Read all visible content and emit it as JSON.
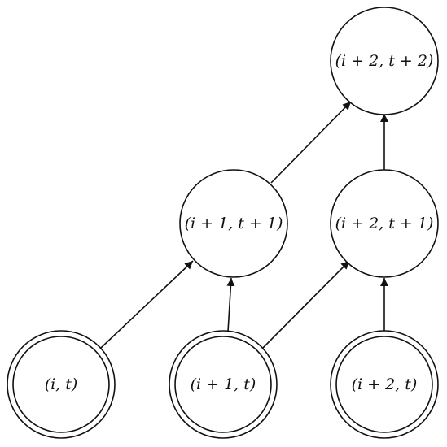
{
  "colors": {
    "stroke": "#111111",
    "background": "#ffffff"
  },
  "nodes": {
    "n_it": {
      "label": "(i, t)",
      "style": "double-circle"
    },
    "n_i1t": {
      "label": "(i + 1, t)",
      "style": "double-circle"
    },
    "n_i2t": {
      "label": "(i + 2, t)",
      "style": "double-circle"
    },
    "n_i1t1": {
      "label": "(i + 1, t + 1)",
      "style": "circle"
    },
    "n_i2t1": {
      "label": "(i + 2, t + 1)",
      "style": "circle"
    },
    "n_i2t2": {
      "label": "(i + 2, t + 2)",
      "style": "circle"
    }
  },
  "edges": [
    {
      "from": "n_it",
      "to": "n_i1t1"
    },
    {
      "from": "n_i1t",
      "to": "n_i1t1"
    },
    {
      "from": "n_i1t",
      "to": "n_i2t1"
    },
    {
      "from": "n_i2t",
      "to": "n_i2t1"
    },
    {
      "from": "n_i1t1",
      "to": "n_i2t2"
    },
    {
      "from": "n_i2t1",
      "to": "n_i2t2"
    }
  ]
}
